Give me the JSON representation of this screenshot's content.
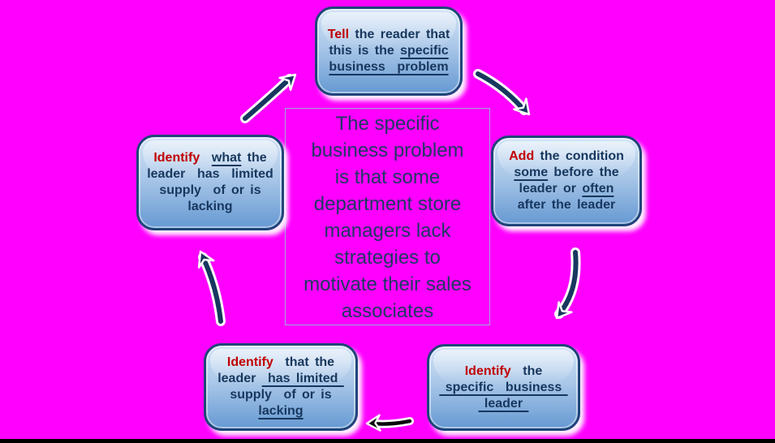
{
  "colors": {
    "background": "#FF00FF",
    "box_border": "#1F4579",
    "box_fill_top": "#D3E3F6",
    "box_fill_mid": "#A9C7E8",
    "box_fill_bottom": "#6699D2",
    "text_navy": "#17375E",
    "keyword_red": "#C00000",
    "arrow_navy": "#17375E",
    "arrow_black": "#0A0A0A",
    "center_border": "#9FA6D9",
    "center_text": "#1F3864",
    "bottom_bar": "#000000"
  },
  "center_note": {
    "lines": [
      "The specific",
      "business problem",
      "is that some",
      "department store",
      "managers lack",
      "strategies to",
      "motivate their sales",
      "associates"
    ]
  },
  "nodes": {
    "top": {
      "lines": [
        [
          {
            "t": "Tell",
            "red": true
          },
          {
            "t": " the reader that"
          }
        ],
        [
          {
            "t": "this is the "
          },
          {
            "t": "specific",
            "u": true
          }
        ],
        [
          {
            "t": "business  problem",
            "u": true
          }
        ]
      ]
    },
    "right": {
      "lines": [
        [
          {
            "t": "Add",
            "red": true
          },
          {
            "t": " the condition"
          }
        ],
        [
          {
            "t": "some",
            "u": true
          },
          {
            "t": " before the"
          }
        ],
        [
          {
            "t": "leader or "
          },
          {
            "t": "often",
            "u": true
          }
        ],
        [
          {
            "t": "after the leader"
          }
        ]
      ]
    },
    "bottom_right": {
      "lines": [
        [
          {
            "t": "Identify",
            "red": true
          },
          {
            "t": "  the"
          }
        ],
        [
          {
            "t": " specific  business ",
            "u": true
          }
        ],
        [
          {
            "t": " leader ",
            "u": true
          }
        ]
      ]
    },
    "bottom_left": {
      "lines": [
        [
          {
            "t": "Identify",
            "red": true
          },
          {
            "t": "  that the"
          }
        ],
        [
          {
            "t": "leader "
          },
          {
            "t": " has limited ",
            "u": true
          }
        ],
        [
          {
            "t": "supply  of or is"
          }
        ],
        [
          {
            "t": "lacking",
            "u": true
          }
        ]
      ]
    },
    "left": {
      "lines": [
        [
          {
            "t": "Identify",
            "red": true
          },
          {
            "t": "  "
          },
          {
            "t": "what",
            "u": true
          },
          {
            "t": " the"
          }
        ],
        [
          {
            "t": "leader  has  limited"
          }
        ],
        [
          {
            "t": "supply  of or is"
          }
        ],
        [
          {
            "t": "lacking"
          }
        ]
      ]
    }
  },
  "arrows": [
    {
      "name": "arrow-left-to-top",
      "from": "left",
      "to": "top",
      "color": "navy"
    },
    {
      "name": "arrow-top-to-right",
      "from": "top",
      "to": "right",
      "color": "navy"
    },
    {
      "name": "arrow-right-to-bottom-right",
      "from": "right",
      "to": "bottom_right",
      "color": "navy"
    },
    {
      "name": "arrow-bottom-right-to-bottom-left",
      "from": "bottom_right",
      "to": "bottom_left",
      "color": "black"
    },
    {
      "name": "arrow-bottom-left-to-left",
      "from": "bottom_left",
      "to": "left",
      "color": "navy"
    }
  ]
}
